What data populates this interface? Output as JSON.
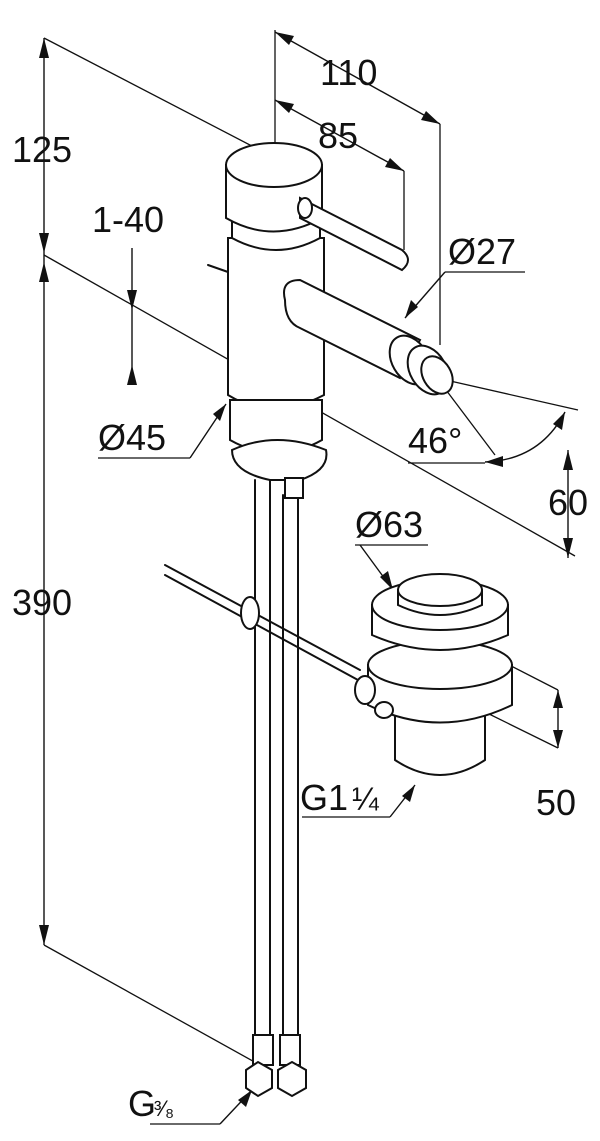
{
  "dimensions": {
    "top_height": "125",
    "body_height": "390",
    "spread_1_40": "1-40",
    "width_110": "110",
    "width_85": "85",
    "diam_27": "Ø27",
    "diam_45": "Ø45",
    "angle_46": "46°",
    "height_60": "60",
    "diam_63": "Ø63",
    "height_50": "50",
    "thread_g114": "G1",
    "thread_g114_frac": "¼",
    "thread_g38": "G",
    "thread_g38_frac": "³⁄₈"
  }
}
